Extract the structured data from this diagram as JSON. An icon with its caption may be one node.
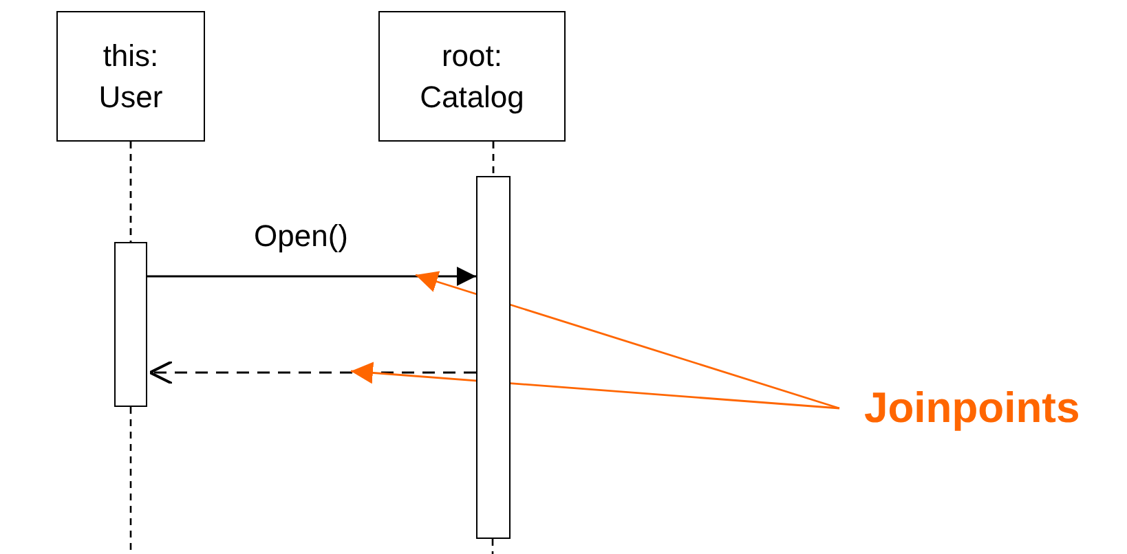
{
  "diagram": {
    "nodes": [
      {
        "text": [
          "this: User"
        ]
      },
      {
        "text": [
          "root: Catalog"
        ]
      },
      {
        "text": [],
        "shape": "bar"
      },
      {
        "text": [],
        "shape": "bar"
      },
      {
        "text": [
          "Joinpoints"
        ]
      }
    ],
    "edges": [
      {
        "from": 0,
        "to": 2,
        "arrow": "none",
        "style": "dashed"
      },
      {
        "from": 1,
        "to": 3,
        "arrow": "none",
        "style": "dashed"
      },
      {
        "from": 2,
        "to": 3,
        "arrow": "to",
        "label": "Open()"
      },
      {
        "from": 3,
        "to": 2,
        "arrow": "to",
        "style": "dashed"
      },
      {
        "from": 4,
        "to": null,
        "arrow": "to",
        "color": "#ff6600"
      },
      {
        "from": 4,
        "to": null,
        "arrow": "to",
        "color": "#ff6600"
      }
    ]
  }
}
